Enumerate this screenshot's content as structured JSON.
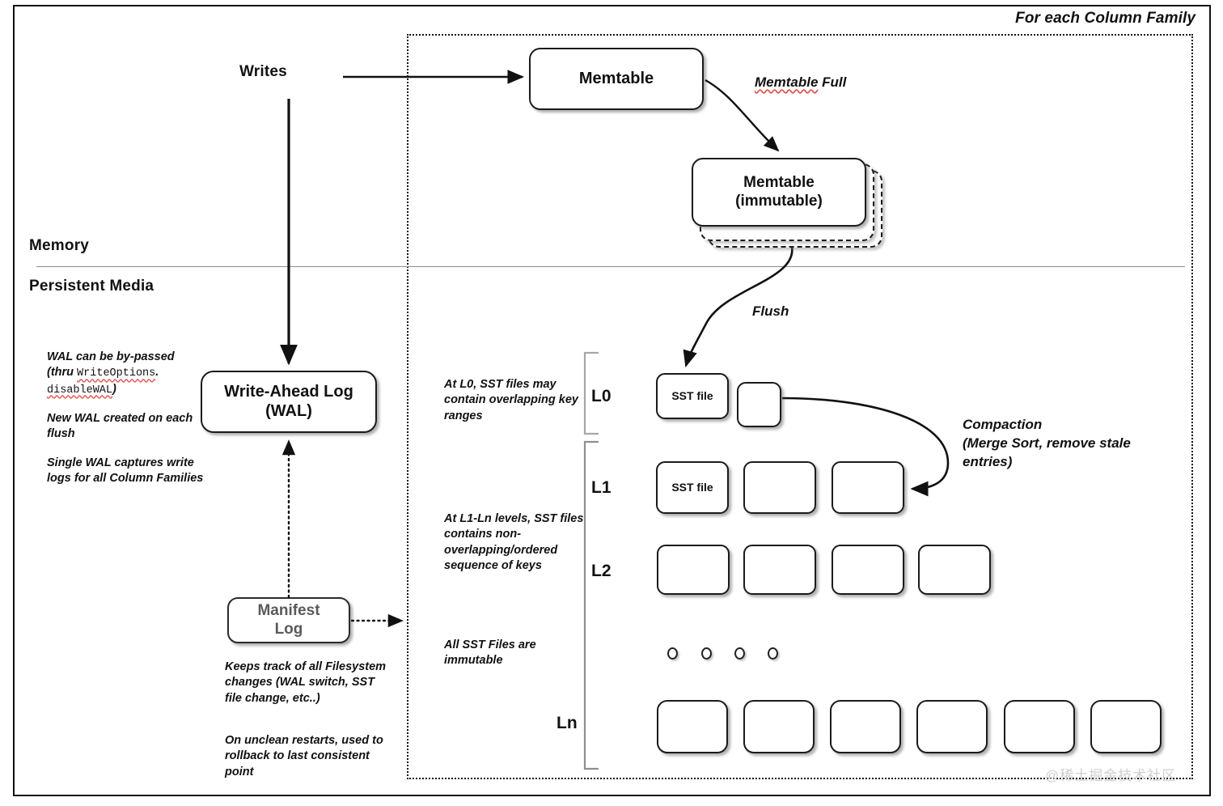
{
  "diagram": {
    "title_label": "For each Column Family",
    "bands": {
      "memory": "Memory",
      "persistent": "Persistent Media"
    },
    "entry": {
      "writes_label": "Writes"
    },
    "nodes": {
      "memtable": "Memtable",
      "memtable_immutable_line1": "Memtable",
      "memtable_immutable_line2": "(immutable)",
      "wal_line1": "Write-Ahead Log",
      "wal_line2": "(WAL)",
      "manifest_line1": "Manifest",
      "manifest_line2": "Log",
      "sst_file": "SST file"
    },
    "edge_labels": {
      "memtable_full_a": "Memtable",
      "memtable_full_b": " Full",
      "flush": "Flush",
      "compaction_line1": "Compaction",
      "compaction_line2": "(Merge Sort, remove stale",
      "compaction_line3": "entries)"
    },
    "levels": [
      {
        "name": "L0",
        "boxes": 2,
        "labeled": 1
      },
      {
        "name": "L1",
        "boxes": 3,
        "labeled": 1
      },
      {
        "name": "L2",
        "boxes": 4,
        "labeled": 0
      },
      {
        "name": "Ln",
        "boxes": 6,
        "labeled": 0
      }
    ],
    "notes": {
      "wal_bypass_pre": "WAL can be by-passed",
      "wal_bypass_thru": "(thru ",
      "wal_bypass_code1": "WriteOptions",
      "wal_bypass_dot": ".",
      "wal_bypass_code2": "disableWAL",
      "wal_bypass_close": ")",
      "wal_new": "New WAL created on each flush",
      "wal_single": "Single WAL captures write logs for all Column Families",
      "manifest_tracks": "Keeps track of all Filesystem changes (WAL switch, SST file change, etc..)",
      "manifest_rollback": "On unclean restarts, used to rollback to last consistent point",
      "l0_note": "At L0, SST files may contain overlapping key ranges",
      "l1ln_note": "At L1-Ln levels, SST files contains non-overlapping/ordered sequence of keys",
      "immutable_note": "All SST Files are immutable"
    },
    "watermark": "@稀土掘金技术社区",
    "colors": {
      "stroke": "#1b1b1b",
      "divider": "#8d8d8d",
      "spellcheck": "#e0504a",
      "manifest_text": "#5a5a5a",
      "watermark": "#cfcfcf"
    }
  }
}
